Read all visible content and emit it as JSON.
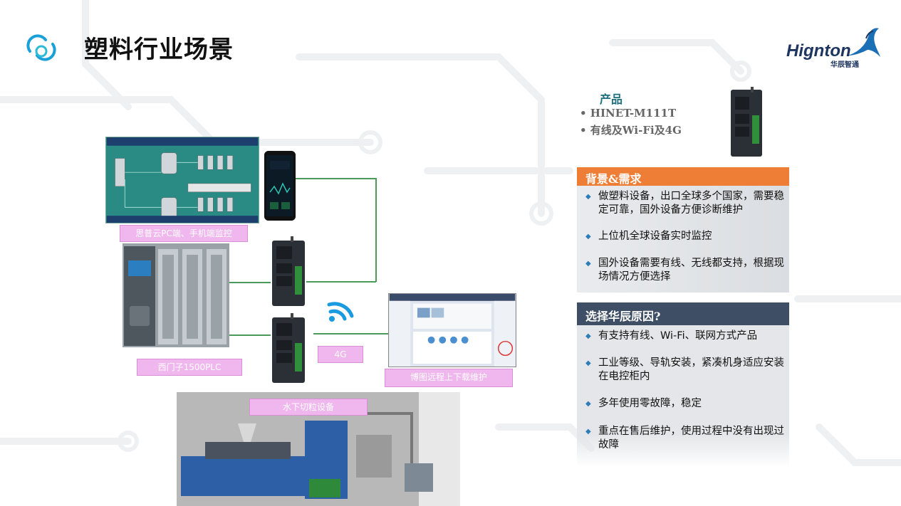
{
  "header": {
    "title": "塑料行业场景",
    "brand_name": "Hignton",
    "brand_sub": "华辰智通"
  },
  "product": {
    "heading": "产品",
    "items": [
      "• HINET-M111T",
      "• 有线及Wi-Fi及4G"
    ]
  },
  "background_panel": {
    "heading": "背景&需求",
    "bullets": [
      "做塑料设备，出口全球多个国家，需要稳定可靠，国外设备方便诊断维护",
      "上位机全球设备实时监控",
      "国外设备需要有线、无线都支持，根据现场情况方便选择"
    ]
  },
  "reasons_panel": {
    "heading": "选择华辰原因?",
    "bullets": [
      "有支持有线、Wi-Fi、联网方式产品",
      "工业等级、导轨安装，紧凑机身适应安装在电控柜内",
      "多年使用零故障，稳定",
      "重点在售后维护，使用过程中没有出现过故障"
    ]
  },
  "diagram": {
    "label_cloud": "思普云PC端、手机端监控",
    "label_plc": "西门子1500PLC",
    "label_4g": "4G",
    "label_tia": "博图远程上下载维护",
    "label_machine": "水下切粒设备"
  },
  "colors": {
    "accent_orange": "#ee7d35",
    "panel_dark": "#3e4e64",
    "bullet_blue": "#2e7db8",
    "label_pink": "#f0b6ee",
    "connector_green": "#4a9a5a"
  }
}
